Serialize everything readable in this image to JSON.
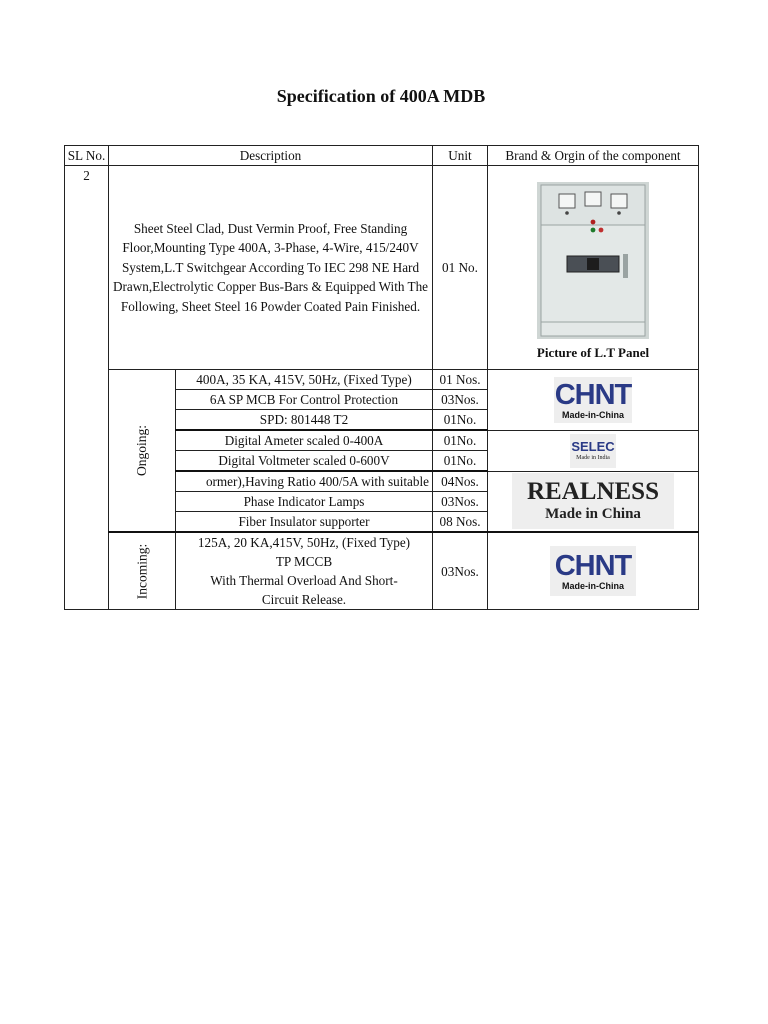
{
  "title": "Specification of 400A MDB",
  "headers": {
    "sl": "SL No.",
    "description": "Description",
    "unit": "Unit",
    "brand": "Brand & Orgin of the component"
  },
  "main_row": {
    "sl": "2",
    "description": "Sheet Steel Clad, Dust Vermin Proof, Free Standing Floor,Mounting Type 400A, 3-Phase, 4-Wire, 415/240V System,L.T Switchgear According To IEC 298 NE Hard Drawn,Electrolytic Copper Bus-Bars & Equipped With The Following, Sheet Steel 16 Powder Coated Pain Finished.",
    "unit": "01 No.",
    "picture_caption": "Picture of L.T Panel"
  },
  "ongoing": {
    "label": "Ongoing:",
    "items": [
      {
        "description": "400A, 35 KA, 415V, 50Hz, (Fixed Type)",
        "unit": "01 Nos."
      },
      {
        "description": "6A SP MCB For Control Protection",
        "unit": "03Nos."
      },
      {
        "description": "SPD: 801448 T2",
        "unit": "01No."
      },
      {
        "description": "Digital Ameter scaled 0-400A",
        "unit": "01No."
      },
      {
        "description": "Digital Voltmeter scaled 0-600V",
        "unit": "01No."
      },
      {
        "description": "ormer),Having Ratio 400/5A with suitable",
        "unit": "04Nos."
      },
      {
        "description": "Phase Indicator Lamps",
        "unit": "03Nos."
      },
      {
        "description": "Fiber Insulator supporter",
        "unit": "08 Nos."
      }
    ]
  },
  "incoming": {
    "label": "Incoming:",
    "lines": [
      "125A, 20 KA,415V, 50Hz, (Fixed Type)",
      "TP MCCB",
      "With Thermal Overload And Short-",
      "Circuit Release."
    ],
    "unit": "03Nos."
  },
  "logos": {
    "chint": {
      "name": "CHNT",
      "sub": "Made-in-China"
    },
    "selec": {
      "name": "SELEC",
      "sub": "Made in India"
    },
    "realness": {
      "name": "REALNESS",
      "sub": "Made in China"
    }
  }
}
